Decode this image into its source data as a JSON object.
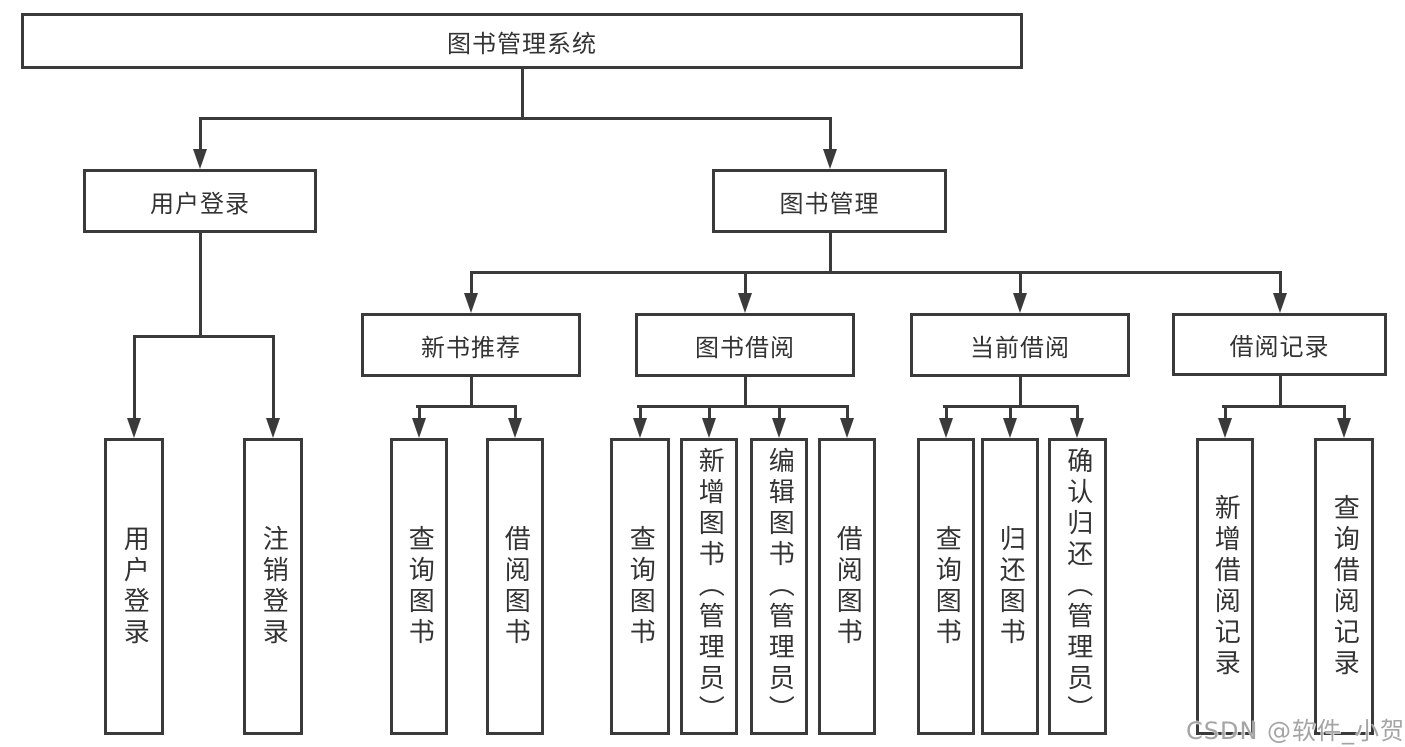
{
  "diagram": {
    "root": {
      "label": "图书管理系统"
    },
    "branches": [
      {
        "label": "用户登录",
        "children": [
          {
            "label": "用户登录"
          },
          {
            "label": "注销登录"
          }
        ]
      },
      {
        "label": "图书管理",
        "children": [
          {
            "label": "新书推荐",
            "children": [
              {
                "label": "查询图书"
              },
              {
                "label": "借阅图书"
              }
            ]
          },
          {
            "label": "图书借阅",
            "children": [
              {
                "label": "查询图书"
              },
              {
                "label": "新增图书（管理员）"
              },
              {
                "label": "编辑图书（管理员）"
              },
              {
                "label": "借阅图书"
              }
            ]
          },
          {
            "label": "当前借阅",
            "children": [
              {
                "label": "查询图书"
              },
              {
                "label": "归还图书"
              },
              {
                "label": "确认归还（管理员）"
              }
            ]
          },
          {
            "label": "借阅记录",
            "children": [
              {
                "label": "新增借阅记录"
              },
              {
                "label": "查询借阅记录"
              }
            ]
          }
        ]
      }
    ]
  },
  "watermark": {
    "text": "CSDN @软件_小贺同学"
  },
  "colors": {
    "line": "#3a3a3a",
    "text": "#333333",
    "background": "#ffffff",
    "watermark": "#a5a5a5"
  }
}
